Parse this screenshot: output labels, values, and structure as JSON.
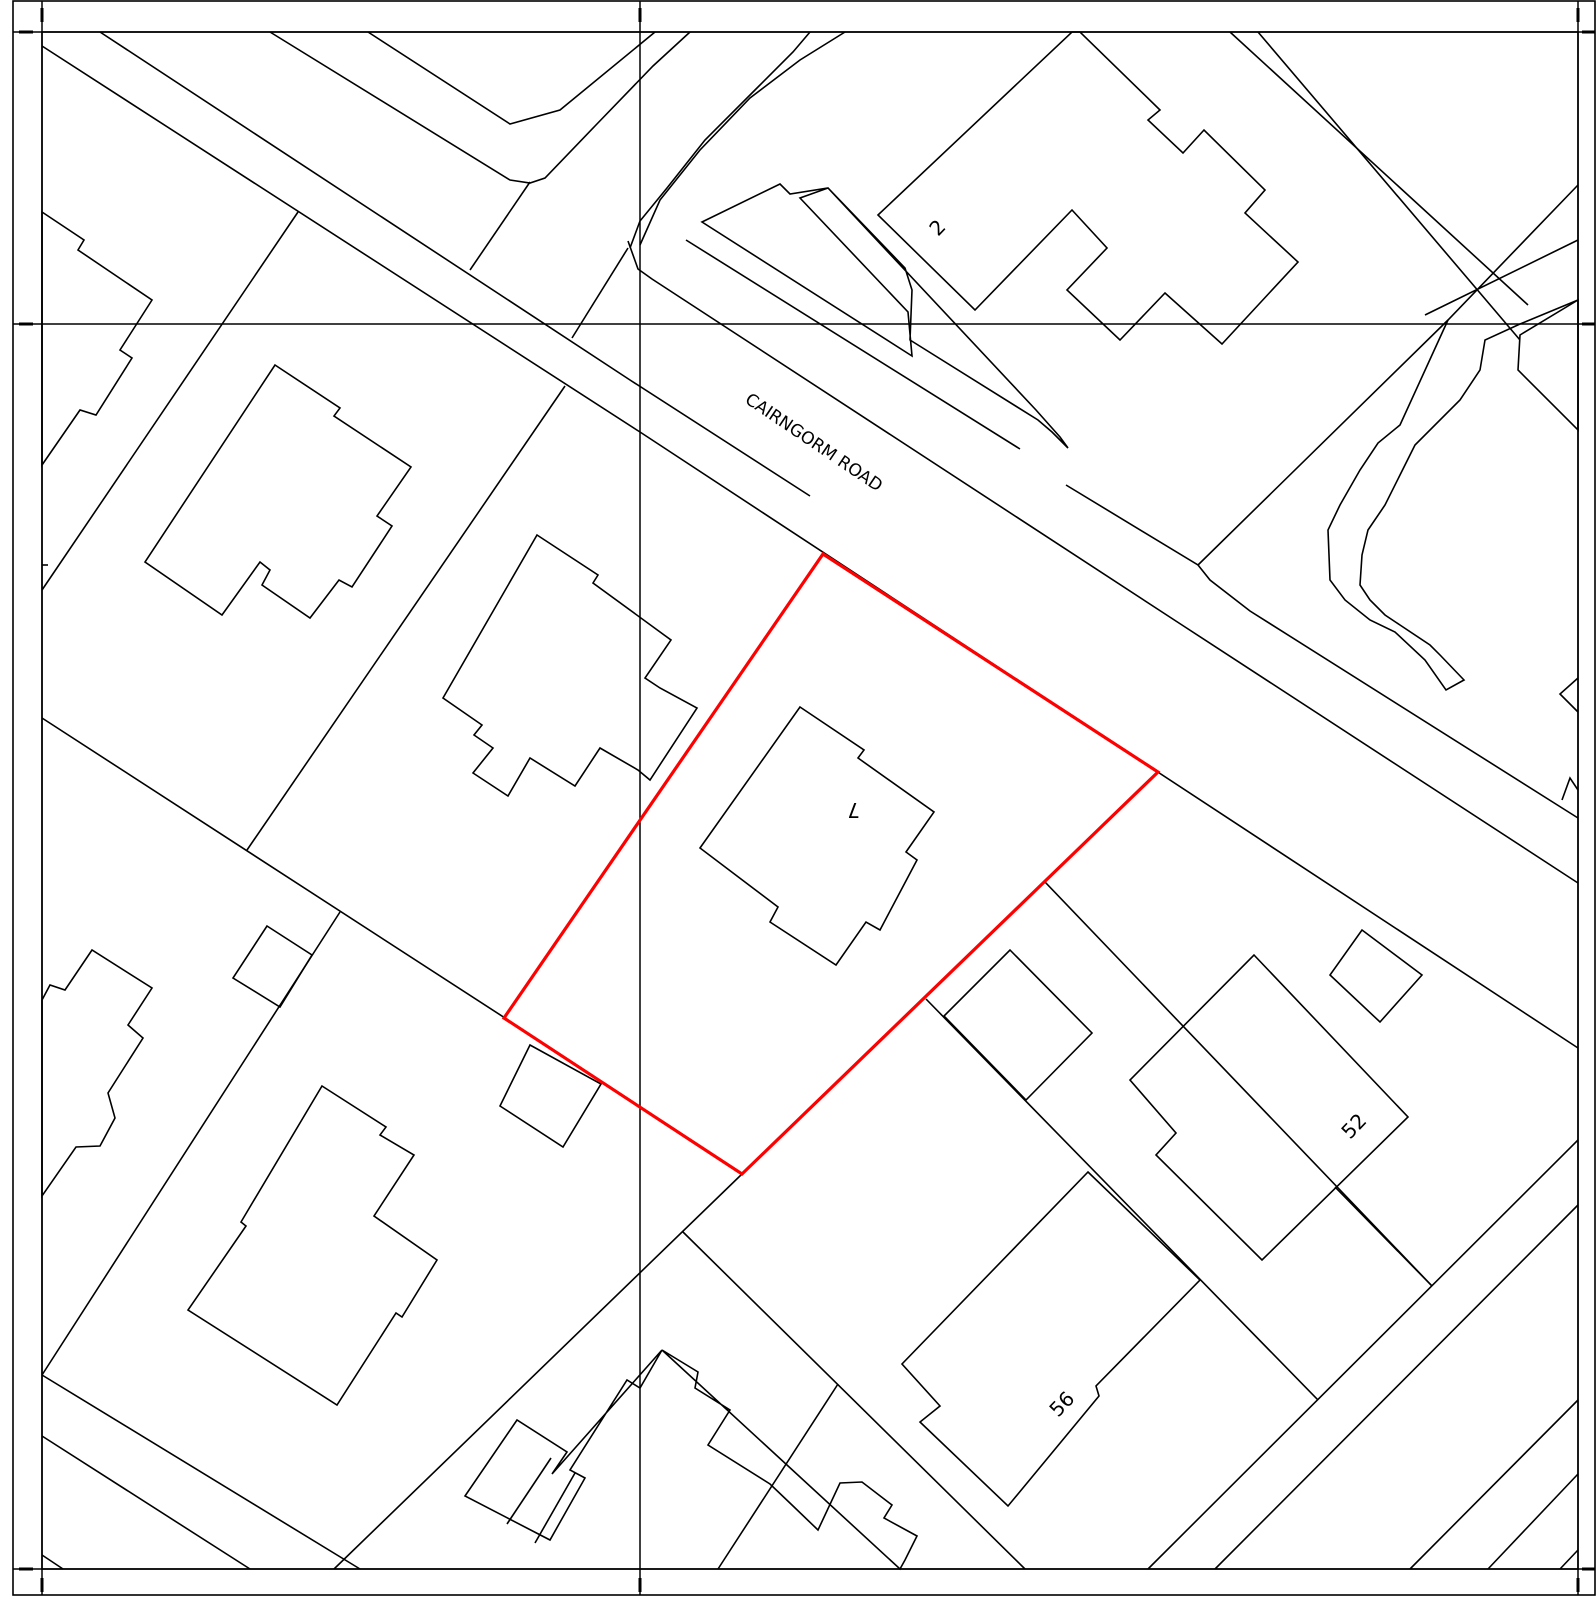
{
  "map": {
    "road_name": "CAIRNGORM ROAD",
    "house_numbers": [
      "2",
      "7",
      "52",
      "56"
    ],
    "site_boundary_color": "#ff0000",
    "line_color": "#000000"
  }
}
